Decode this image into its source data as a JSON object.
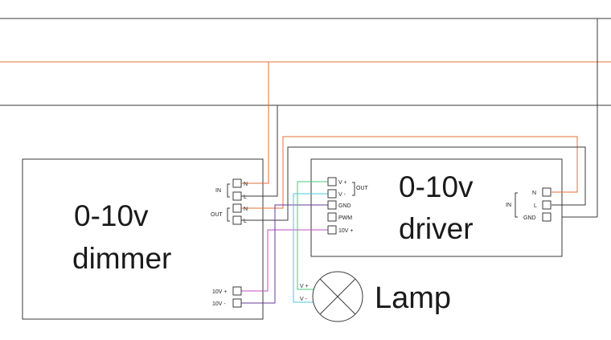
{
  "colors": {
    "line": "#3a3a3a",
    "orange": "#e0703a",
    "magenta": "#c14fc1",
    "purple": "#6a3a9a",
    "green": "#48c87a",
    "cyan": "#48c8d8"
  },
  "dimmer": {
    "title_line1": "0-10v",
    "title_line2": "dimmer",
    "in_label": "IN",
    "out_label": "OUT",
    "in_n": "N",
    "in_l": "L",
    "out_n": "N",
    "out_l": "L",
    "plus_label": "10V +",
    "minus_label": "10V -"
  },
  "driver": {
    "title_line1": "0-10v",
    "title_line2": "driver",
    "vplus": "V +",
    "vminus": "V -",
    "out_label": "OUT",
    "gnd": "GND",
    "pwm": "PWM",
    "tenv_plus": "10V +",
    "in_label": "IN",
    "in_n": "N",
    "in_l": "L",
    "in_gnd": "GND"
  },
  "lamp": {
    "label": "Lamp",
    "vplus": "V +",
    "vminus": "V -",
    "icon": "lamp-cross-icon"
  }
}
